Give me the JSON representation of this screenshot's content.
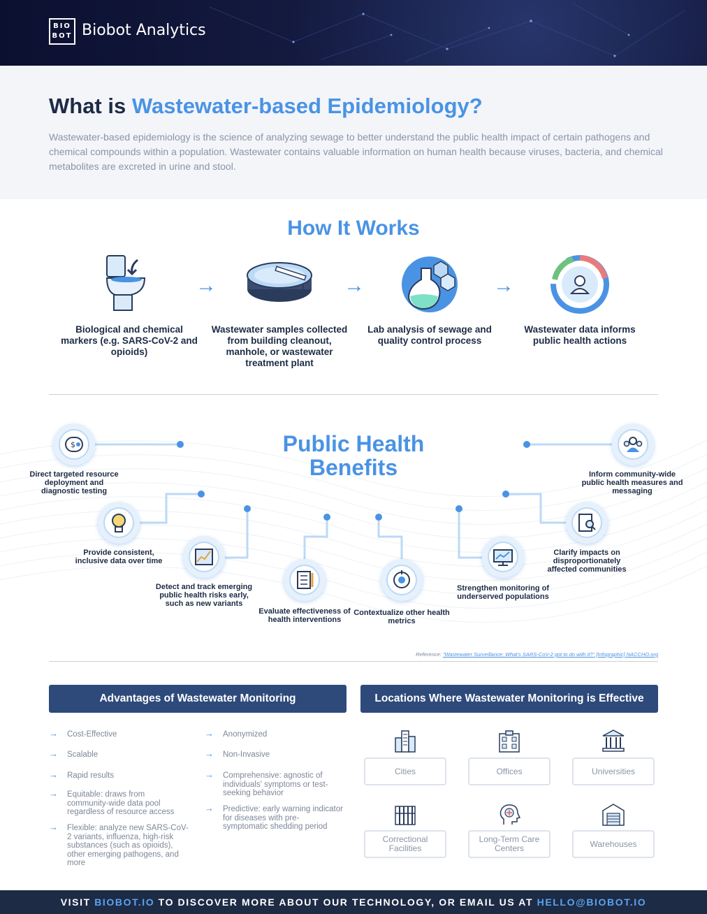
{
  "header": {
    "logo_mark": "BIO BOT",
    "logo_line1": "BIO",
    "logo_line2": "BOT",
    "brand": "Biobot Analytics"
  },
  "intro": {
    "title_prefix": "What is ",
    "title_accent": "Wastewater-based Epidemiology?",
    "body": "Wastewater-based epidemiology is the science of analyzing sewage to better understand the public health impact of certain pathogens and chemical compounds within a population. Wastewater contains valuable information on human health because viruses, bacteria, and chemical metabolites are excreted in urine and stool."
  },
  "how": {
    "title": "How It Works",
    "steps": [
      {
        "icon": "toilet-icon",
        "label": "Biological and chemical markers (e.g. SARS-CoV-2 and opioids)"
      },
      {
        "icon": "treatment-tank-icon",
        "label": "Wastewater samples collected from building cleanout, manhole, or wastewater treatment plant"
      },
      {
        "icon": "lab-flask-icon",
        "label": "Lab analysis of sewage and quality control process"
      },
      {
        "icon": "public-health-person-icon",
        "label": "Wastewater data informs public health actions"
      }
    ]
  },
  "benefits": {
    "title_line1": "Public Health",
    "title_line2": "Benefits",
    "items": [
      {
        "icon": "resource-deployment-icon",
        "label": "Direct targeted resource deployment and diagnostic testing"
      },
      {
        "icon": "lightbulb-icon",
        "label": "Provide consistent, inclusive data over time"
      },
      {
        "icon": "trend-chart-icon",
        "label": "Detect and track emerging public health risks early, such as new variants"
      },
      {
        "icon": "checklist-icon",
        "label": "Evaluate effectiveness of health interventions"
      },
      {
        "icon": "target-metrics-icon",
        "label": "Contextualize other health metrics"
      },
      {
        "icon": "monitor-chart-icon",
        "label": "Strengthen monitoring of underserved populations"
      },
      {
        "icon": "document-search-icon",
        "label": "Clarify impacts on disproportionately affected communities"
      },
      {
        "icon": "community-icon",
        "label": "Inform community-wide public health measures and messaging"
      }
    ],
    "reference_prefix": "Reference: ",
    "reference_link": "\"Wastewater Surveillance: What's SARS-CoV-2 got to do with it?\" [Infographic] NACCHO.org"
  },
  "advantages": {
    "title": "Advantages of Wastewater Monitoring",
    "left": [
      "Cost-Effective",
      "Scalable",
      "Rapid results",
      "Equitable: draws from community-wide data pool regardless of resource access",
      "Flexible: analyze new SARS-CoV-2 variants, influenza, high-risk substances (such as opioids), other emerging pathogens, and more"
    ],
    "right": [
      "Anonymized",
      "Non-Invasive",
      "Comprehensive: agnostic of individuals' symptoms or test-seeking behavior",
      "Predictive: early warning indicator for diseases with pre-symptomatic shedding period"
    ]
  },
  "locations": {
    "title": "Locations Where Wastewater Monitoring is Effective",
    "items": [
      {
        "icon": "buildings-icon",
        "label": "Cities"
      },
      {
        "icon": "office-icon",
        "label": "Offices"
      },
      {
        "icon": "university-icon",
        "label": "Universities"
      },
      {
        "icon": "prison-icon",
        "label": "Correctional Facilities"
      },
      {
        "icon": "care-head-icon",
        "label": "Long-Term Care Centers"
      },
      {
        "icon": "warehouse-icon",
        "label": "Warehouses"
      }
    ]
  },
  "footer": {
    "part1": "VISIT ",
    "site": "BIOBOT.IO",
    "part2": " TO DISCOVER MORE ABOUT OUR TECHNOLOGY, OR EMAIL US AT ",
    "email": "HELLO@BIOBOT.IO"
  },
  "colors": {
    "accent": "#4a93e4",
    "navy": "#1d2b45",
    "panel": "#2e4a7b",
    "muted": "#8a95a8"
  }
}
